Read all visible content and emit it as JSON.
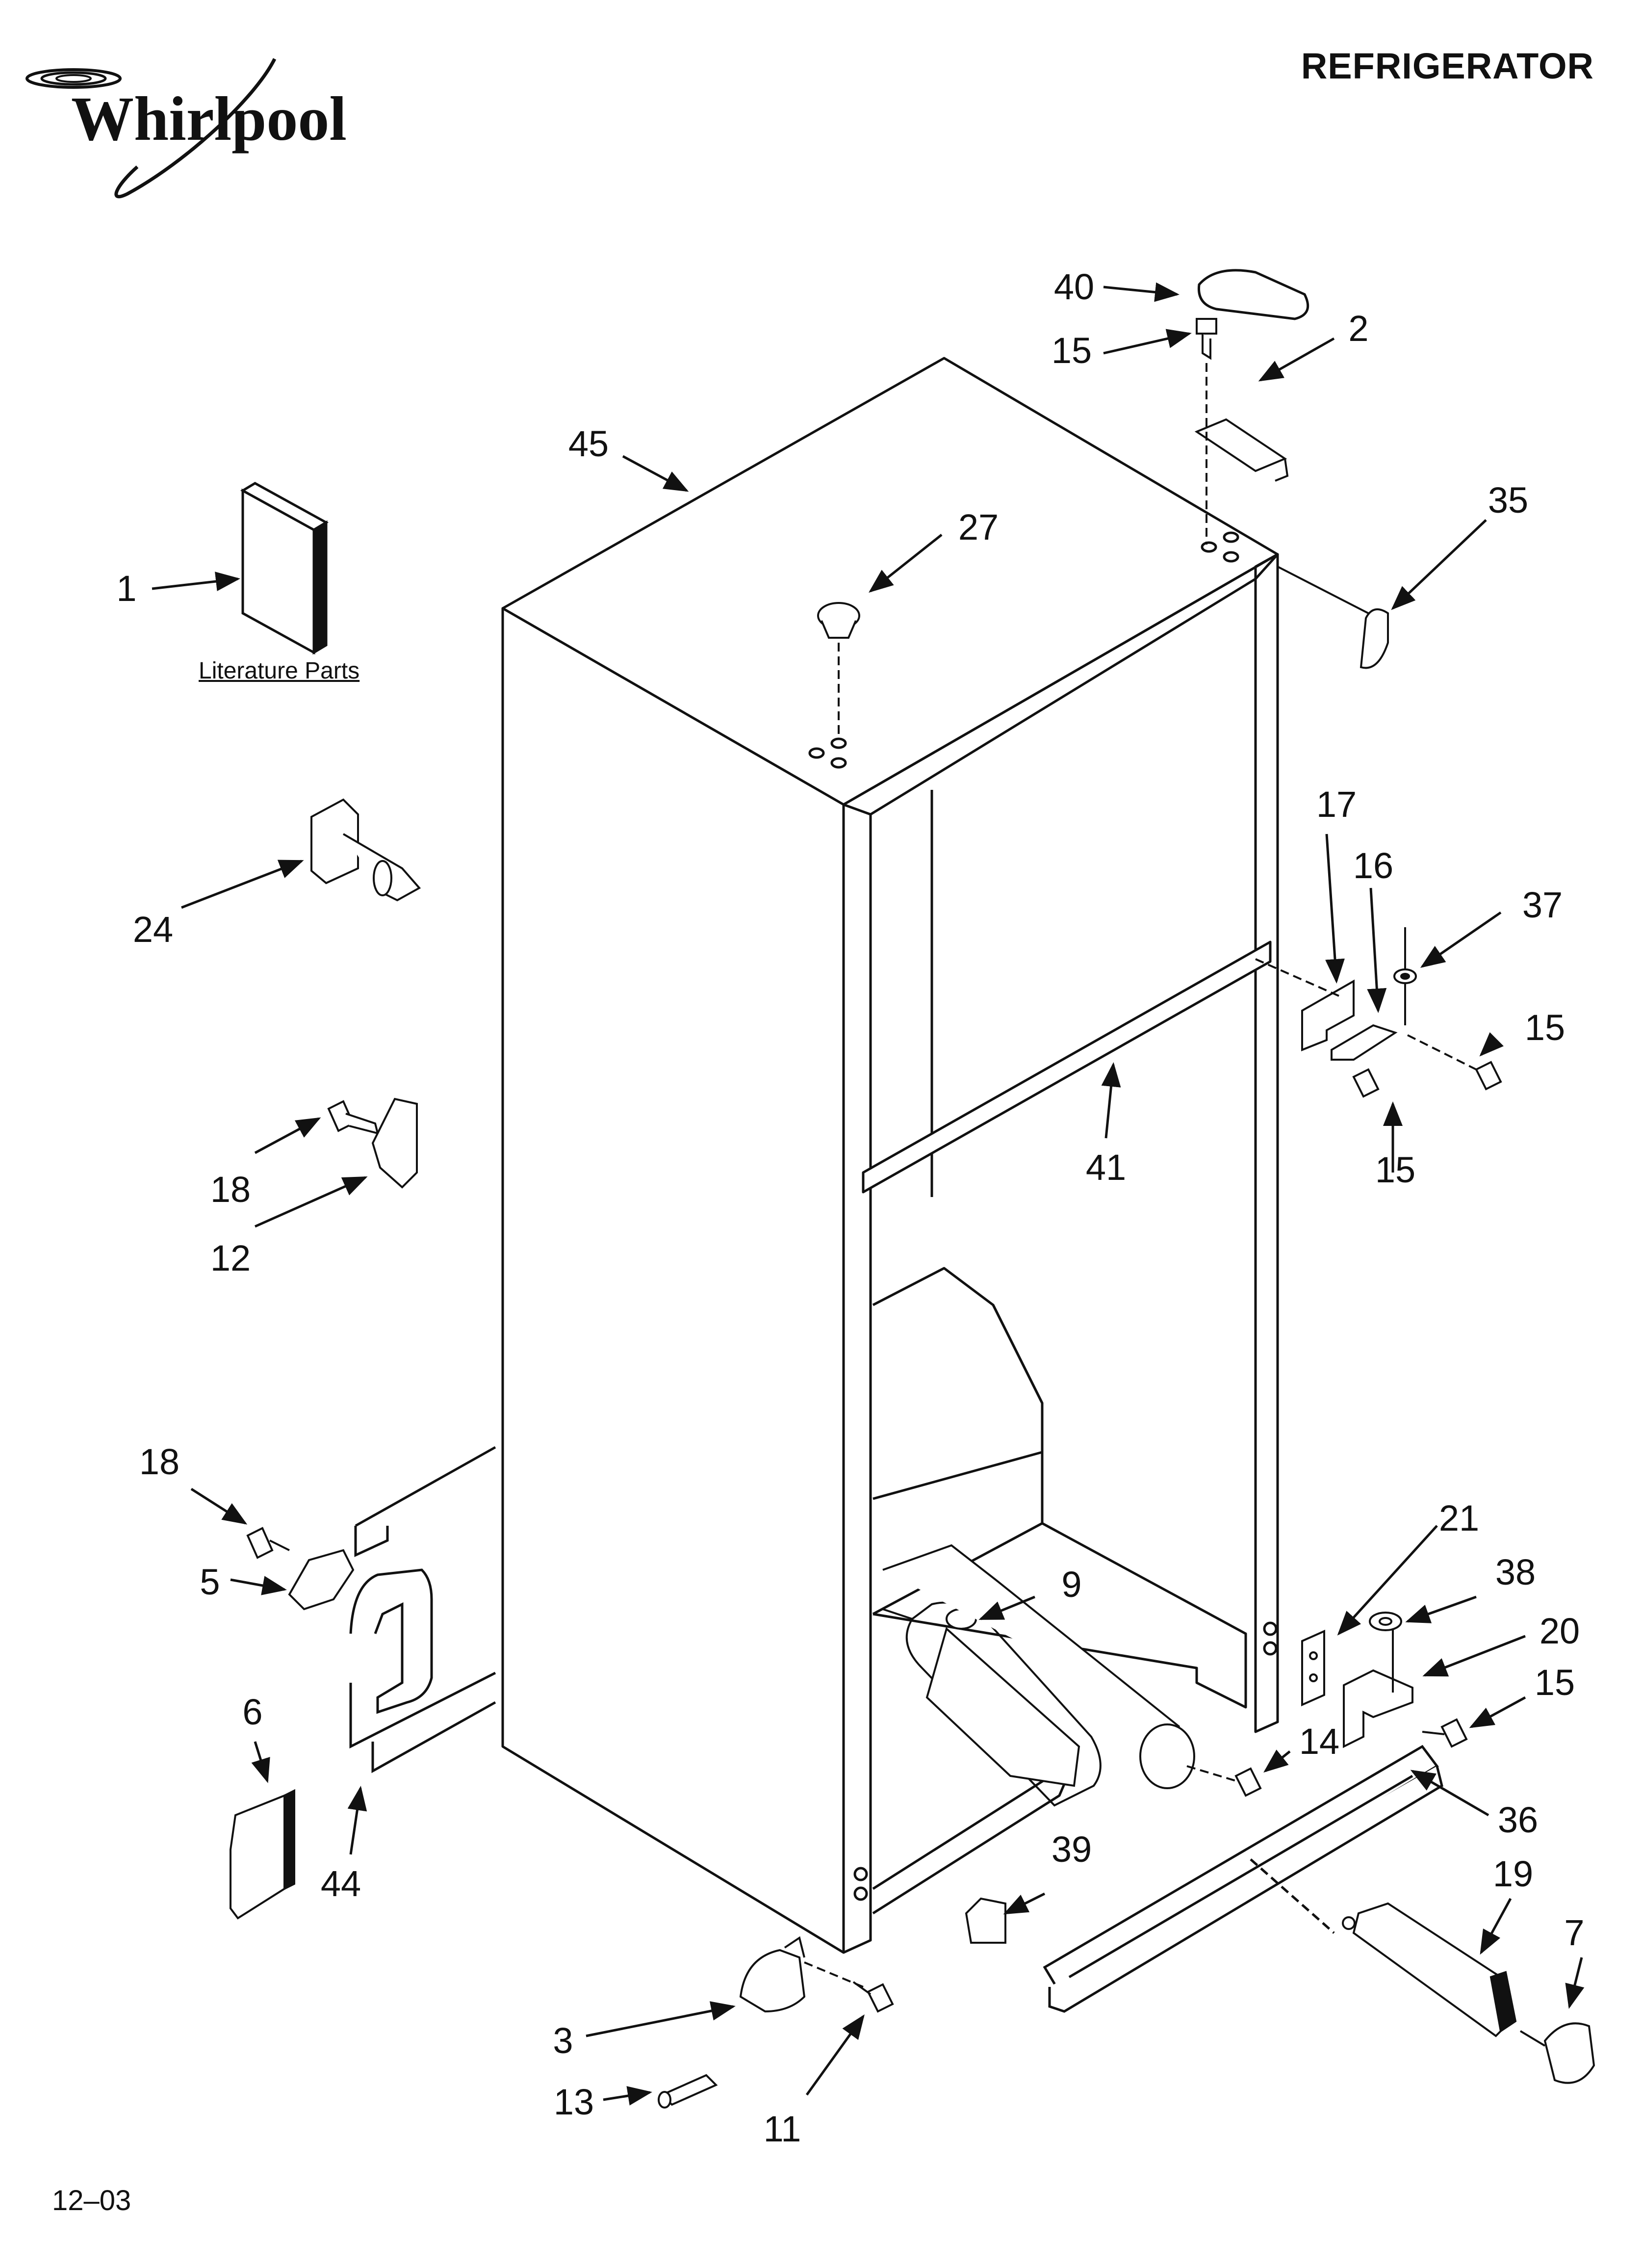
{
  "brand": "Whirlpool",
  "title": "REFRIGERATOR",
  "footer_code": "12–03",
  "literature_label": "Literature Parts",
  "callouts": [
    {
      "id": "c40",
      "label": "40"
    },
    {
      "id": "c15a",
      "label": "15"
    },
    {
      "id": "c2",
      "label": "2"
    },
    {
      "id": "c45",
      "label": "45"
    },
    {
      "id": "c35",
      "label": "35"
    },
    {
      "id": "c27",
      "label": "27"
    },
    {
      "id": "c1",
      "label": "1"
    },
    {
      "id": "c17",
      "label": "17"
    },
    {
      "id": "c16",
      "label": "16"
    },
    {
      "id": "c37",
      "label": "37"
    },
    {
      "id": "c24",
      "label": "24"
    },
    {
      "id": "c15b",
      "label": "15"
    },
    {
      "id": "c15c",
      "label": "15"
    },
    {
      "id": "c41",
      "label": "41"
    },
    {
      "id": "c18a",
      "label": "18"
    },
    {
      "id": "c12",
      "label": "12"
    },
    {
      "id": "c18b",
      "label": "18"
    },
    {
      "id": "c21",
      "label": "21"
    },
    {
      "id": "c38",
      "label": "38"
    },
    {
      "id": "c9",
      "label": "9"
    },
    {
      "id": "c5",
      "label": "5"
    },
    {
      "id": "c20",
      "label": "20"
    },
    {
      "id": "c15d",
      "label": "15"
    },
    {
      "id": "c6",
      "label": "6"
    },
    {
      "id": "c14",
      "label": "14"
    },
    {
      "id": "c36",
      "label": "36"
    },
    {
      "id": "c44",
      "label": "44"
    },
    {
      "id": "c39",
      "label": "39"
    },
    {
      "id": "c19",
      "label": "19"
    },
    {
      "id": "c7",
      "label": "7"
    },
    {
      "id": "c3",
      "label": "3"
    },
    {
      "id": "c13",
      "label": "13"
    },
    {
      "id": "c11",
      "label": "11"
    }
  ]
}
